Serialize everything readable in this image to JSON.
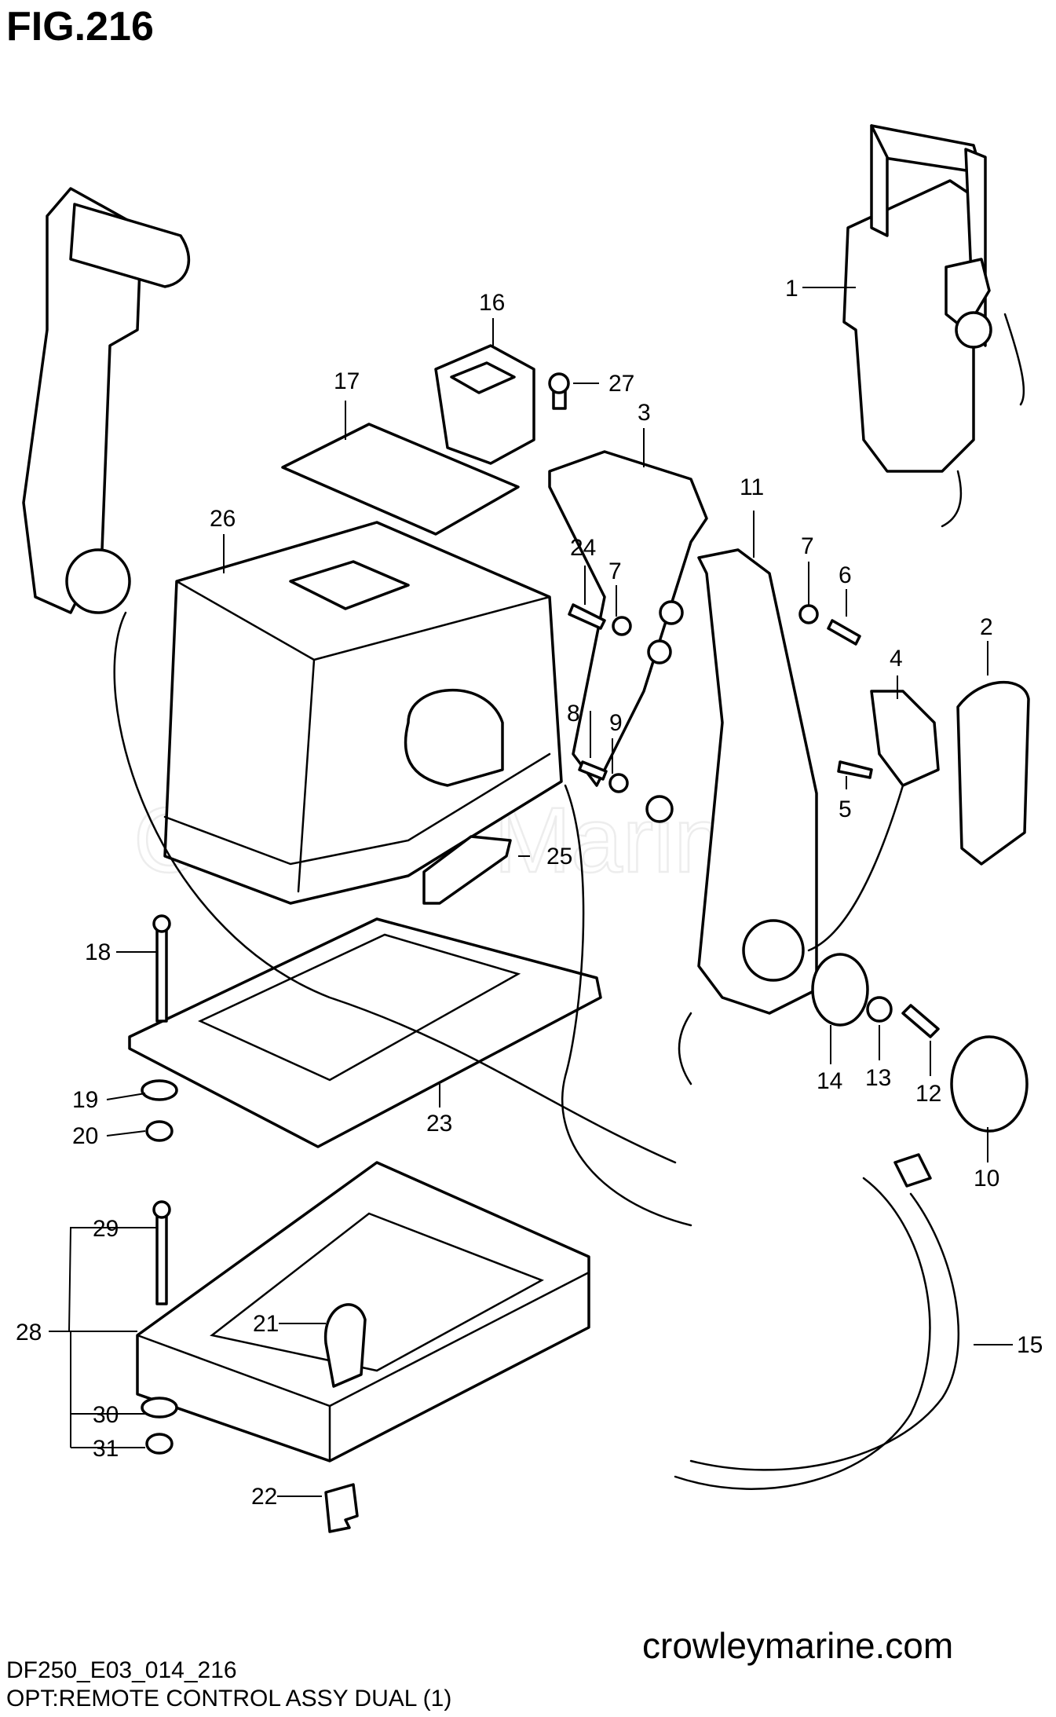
{
  "figure": {
    "title": "FIG.216",
    "model_code": "DF250_E03_014_216",
    "description": "OPT:REMOTE CONTROL ASSY DUAL (1)",
    "site": "crowleymarine.com",
    "watermark": "Crowley Marine"
  },
  "callouts": [
    "1",
    "2",
    "3",
    "4",
    "5",
    "6",
    "7",
    "7",
    "8",
    "9",
    "10",
    "11",
    "12",
    "13",
    "14",
    "15",
    "16",
    "17",
    "18",
    "19",
    "20",
    "21",
    "22",
    "23",
    "24",
    "25",
    "26",
    "27",
    "28",
    "29",
    "30",
    "31"
  ],
  "colors": {
    "line": "#000000",
    "background": "#ffffff",
    "watermark": "#ededed"
  }
}
